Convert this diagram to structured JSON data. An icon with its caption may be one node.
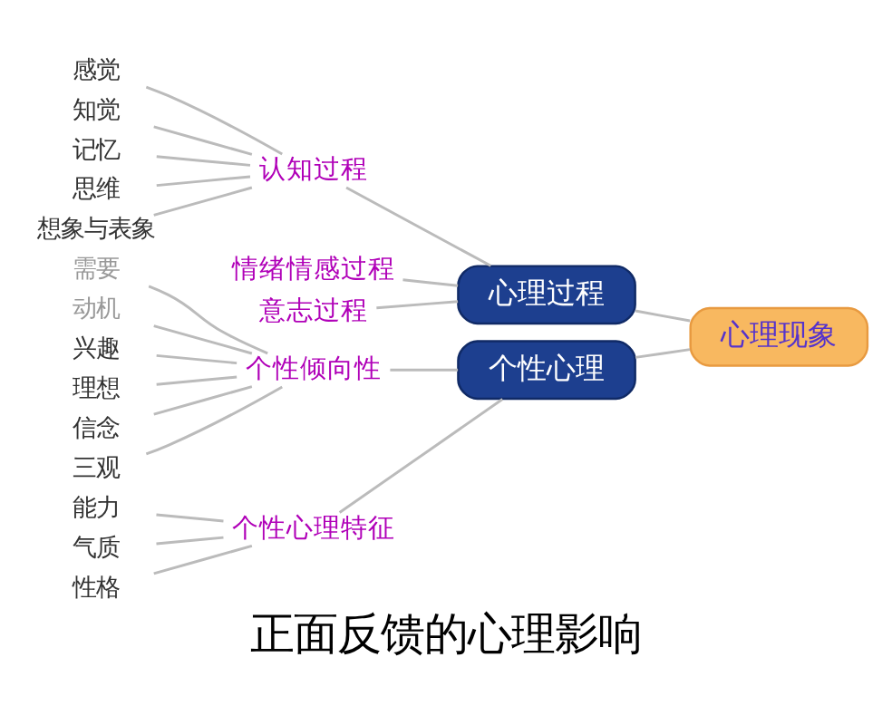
{
  "diagram": {
    "title": "正面反馈的心理影响",
    "nodes": [
      {
        "text": [
          "心理现象"
        ]
      },
      {
        "text": [
          "心理过程"
        ]
      },
      {
        "text": [
          "认知过程"
        ]
      },
      {
        "text": [
          "感觉"
        ]
      },
      {
        "text": [
          "知觉"
        ]
      },
      {
        "text": [
          "记忆"
        ]
      },
      {
        "text": [
          "思维"
        ]
      },
      {
        "text": [
          "想象与表象"
        ]
      },
      {
        "text": [
          "情绪情感过程"
        ]
      },
      {
        "text": [
          "意志过程"
        ]
      },
      {
        "text": [
          "个性心理"
        ]
      },
      {
        "text": [
          "个性倾向性"
        ]
      },
      {
        "text": [
          "需要"
        ]
      },
      {
        "text": [
          "动机"
        ]
      },
      {
        "text": [
          "兴趣"
        ]
      },
      {
        "text": [
          "理想"
        ]
      },
      {
        "text": [
          "信念"
        ]
      },
      {
        "text": [
          "三观"
        ]
      },
      {
        "text": [
          "个性心理特征"
        ]
      },
      {
        "text": [
          "能力"
        ]
      },
      {
        "text": [
          "气质"
        ]
      },
      {
        "text": [
          "性格"
        ]
      }
    ],
    "edges": [
      {
        "from": 0,
        "to": 1,
        "arrow": "none"
      },
      {
        "from": 1,
        "to": 2,
        "arrow": "none"
      },
      {
        "from": 2,
        "to": 3,
        "arrow": "none"
      },
      {
        "from": 2,
        "to": 4,
        "arrow": "none"
      },
      {
        "from": 2,
        "to": 5,
        "arrow": "none"
      },
      {
        "from": 2,
        "to": 6,
        "arrow": "none"
      },
      {
        "from": 2,
        "to": 7,
        "arrow": "none"
      },
      {
        "from": 1,
        "to": 8,
        "arrow": "none"
      },
      {
        "from": 1,
        "to": 9,
        "arrow": "none"
      },
      {
        "from": 0,
        "to": 10,
        "arrow": "none"
      },
      {
        "from": 10,
        "to": 11,
        "arrow": "none"
      },
      {
        "from": 11,
        "to": 12,
        "arrow": "none"
      },
      {
        "from": 11,
        "to": 13,
        "arrow": "none"
      },
      {
        "from": 11,
        "to": 14,
        "arrow": "none"
      },
      {
        "from": 11,
        "to": 15,
        "arrow": "none"
      },
      {
        "from": 11,
        "to": 16,
        "arrow": "none"
      },
      {
        "from": 11,
        "to": 17,
        "arrow": "none"
      },
      {
        "from": 10,
        "to": 18,
        "arrow": "none"
      },
      {
        "from": 18,
        "to": 19,
        "arrow": "none"
      },
      {
        "from": 18,
        "to": 20,
        "arrow": "none"
      },
      {
        "from": 18,
        "to": 21,
        "arrow": "none"
      }
    ]
  }
}
